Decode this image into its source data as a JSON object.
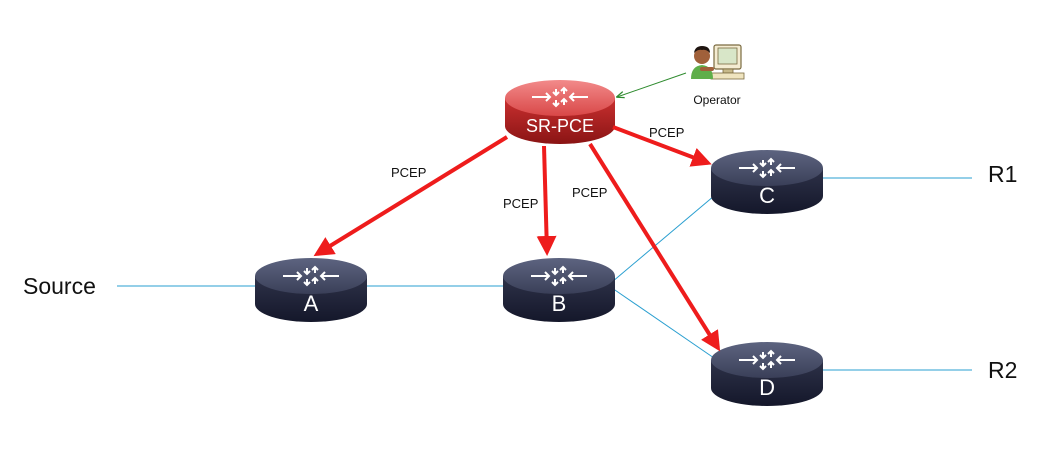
{
  "diagram": {
    "nodes": {
      "sr_pce": {
        "label": "SR-PCE",
        "type": "controller"
      },
      "a": {
        "label": "A",
        "type": "router"
      },
      "b": {
        "label": "B",
        "type": "router"
      },
      "c": {
        "label": "C",
        "type": "router"
      },
      "d": {
        "label": "D",
        "type": "router"
      }
    },
    "external": {
      "source": "Source",
      "r1": "R1",
      "r2": "R2"
    },
    "operator": {
      "label": "Operator"
    },
    "pcep_label": "PCEP",
    "colors": {
      "pcep_arrow": "#ee1c1c",
      "link": "#2a9fd0",
      "router_body": "#2b2f45",
      "pce_body": "#c72a2a",
      "operator_arrow": "#2e8b2e"
    },
    "links": [
      [
        "source",
        "A"
      ],
      [
        "A",
        "B"
      ],
      [
        "B",
        "C"
      ],
      [
        "B",
        "D"
      ],
      [
        "C",
        "R1"
      ],
      [
        "D",
        "R2"
      ]
    ],
    "pcep_sessions": [
      "A",
      "B",
      "C",
      "D"
    ]
  }
}
